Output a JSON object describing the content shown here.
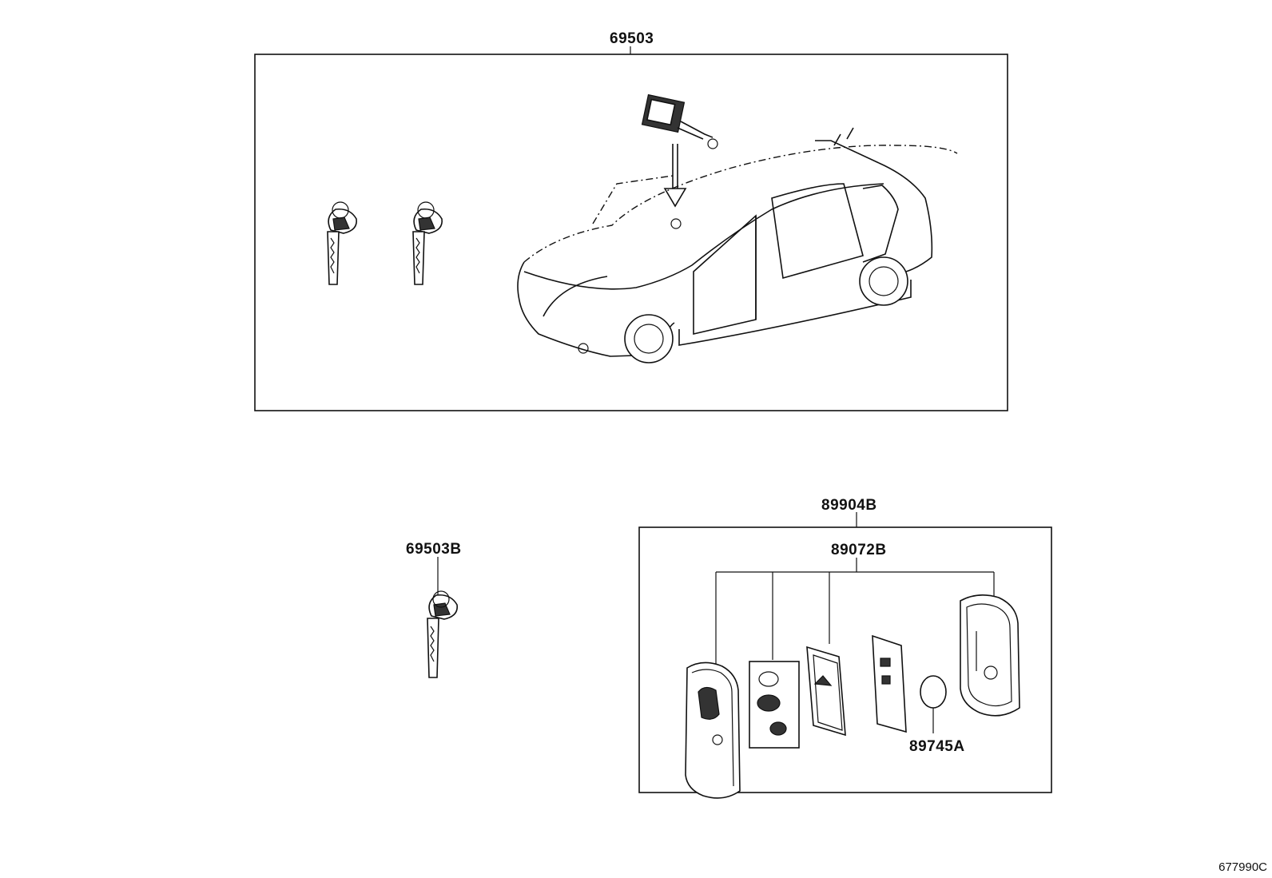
{
  "diagram": {
    "parts": {
      "key_cylinder_set": "69503",
      "key_blank": "69503B",
      "transmitter_assy": "89904B",
      "transmitter_housing": "89072B",
      "battery": "89745A"
    },
    "reference_code": "677990C"
  }
}
